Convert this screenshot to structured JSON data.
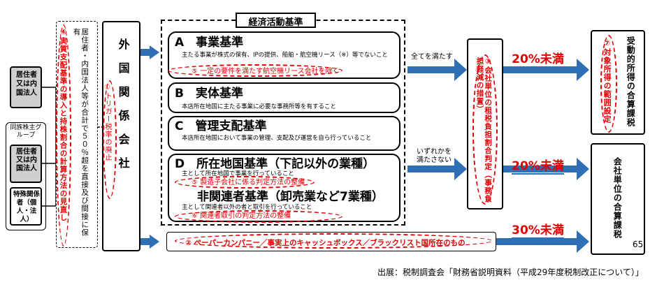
{
  "resident_box_1": "居住者又は内国法人",
  "same_family_group": "同族株主グループ",
  "resident_box_2": "居住者又は内国法人",
  "special_relation": "特殊関係者（個人・法人）",
  "ownership_text": "居住者・内国法人等が合計で５０％超を直接及び間接に保有",
  "note4": "④実質支配基準の導入と持株割合の計算方法の見直し",
  "cfc_box": "外国関係会社",
  "note1": "①トリガー税率の廃止",
  "econ_title": "経済活動基準",
  "A": {
    "letter": "A",
    "title": "事業基準",
    "desc": "主たる事業が株式の保有、IPの提供、船舶・航空機リース（※）等でないこと",
    "note": "⑤ 一定の要件を満たす航空機リース会社を除く"
  },
  "B": {
    "letter": "B",
    "title": "実体基準",
    "desc": "本店所在地国に主たる事業に必要な事務所等を有すること"
  },
  "C": {
    "letter": "C",
    "title": "管理支配基準",
    "desc": "本店所在地国において事業の管理、支配及び運営を自ら行っていること"
  },
  "D": {
    "letter": "D",
    "title": "所在地国基準（下記以外の業種）",
    "desc": "主として所在地国で事業を行っていること",
    "note": "⑤ 製造子会社に係る判定方法の整備"
  },
  "E": {
    "title": "非関連者基準（卸売業など7業種）",
    "desc": "主として関連者以外の者と取引を行っていること",
    "note": "⑥ 関連者取引の判定方法の整備"
  },
  "all_satisfied": "全てを満たす",
  "not_satisfied": "いずれかを満たさない",
  "note3": "③会社単位の租税負担割合判定（事務負担軽減の措置）",
  "pct1": "20%未満",
  "pct2": "20%未満",
  "pct3": "30%未満",
  "result1": "受動的所得の合算課税",
  "note7": "⑦対象所得の範囲設定",
  "result2": "会社単位の合算課税",
  "note2": "② ペーパーカンパニー／事実上のキャッシュボックス／ブラックリスト国所在のもの",
  "page_no": "65",
  "source": "出展：税制調査会「財務省説明資料（平成29年度税制改正について）」"
}
